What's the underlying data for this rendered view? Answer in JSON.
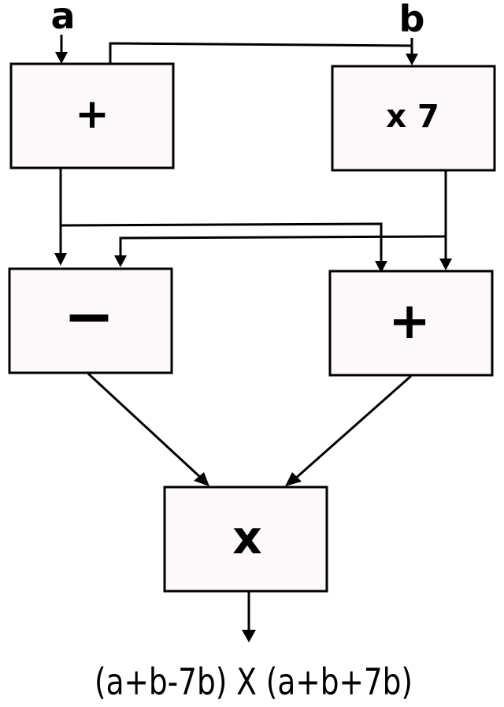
{
  "inputs": {
    "a": "a",
    "b": "b"
  },
  "nodes": {
    "add_top": "+",
    "times_seven": "x 7",
    "subtract": "−",
    "add_bottom": "+",
    "multiply": "x"
  },
  "result": "(a+b-7b) X (a+b+7b)"
}
